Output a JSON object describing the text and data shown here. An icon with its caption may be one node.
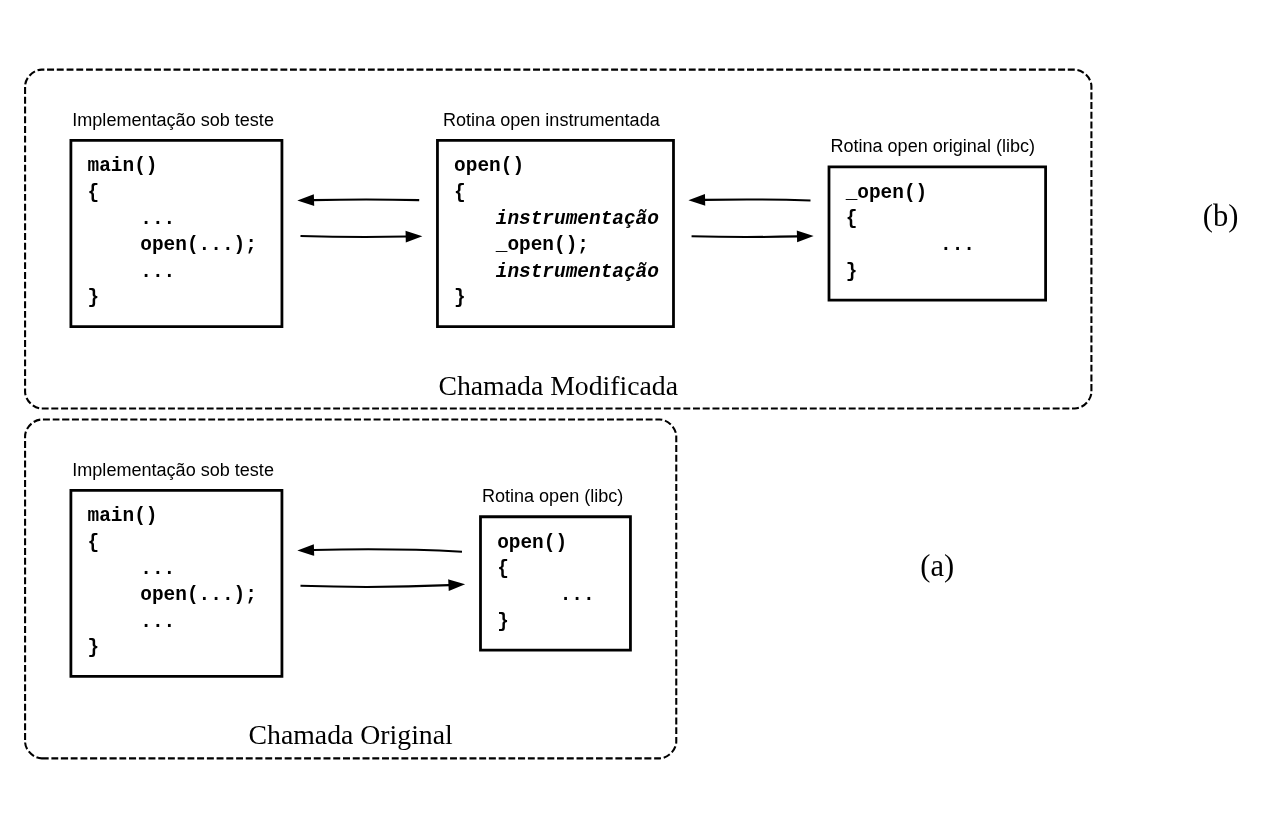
{
  "diagram": {
    "nodes": [
      {
        "text": [
          "Chamada Original"
        ]
      },
      {
        "text": [
          "Implementação sob teste",
          "main()",
          "{",
          "...",
          "open(...);",
          "...",
          "}"
        ],
        "in": 0
      },
      {
        "text": [
          "Rotina open (libc)",
          "open()",
          "{",
          "...",
          "}"
        ],
        "in": 0
      },
      {
        "text": [
          "Chamada Modificada"
        ]
      },
      {
        "text": [
          "Implementação sob teste",
          "main()",
          "{",
          "...",
          "open(...);",
          "...",
          "}"
        ],
        "in": 3
      },
      {
        "text": [
          "Rotina open instrumentada",
          "open()",
          "{",
          "instrumentação",
          "_open();",
          "instrumentação",
          "}"
        ],
        "in": 3
      },
      {
        "text": [
          "Rotina open original (libc)",
          "_open()",
          "{",
          "...",
          "}"
        ],
        "in": 3
      }
    ],
    "edges": [
      {
        "from": 1,
        "to": 2,
        "arrow": "to"
      },
      {
        "from": 2,
        "to": 1,
        "arrow": "to"
      },
      {
        "from": 4,
        "to": 5,
        "arrow": "to"
      },
      {
        "from": 5,
        "to": 4,
        "arrow": "to"
      },
      {
        "from": 5,
        "to": 6,
        "arrow": "to"
      },
      {
        "from": 6,
        "to": 5,
        "arrow": "to"
      }
    ],
    "labels": [
      "(a)",
      "(b)"
    ]
  }
}
